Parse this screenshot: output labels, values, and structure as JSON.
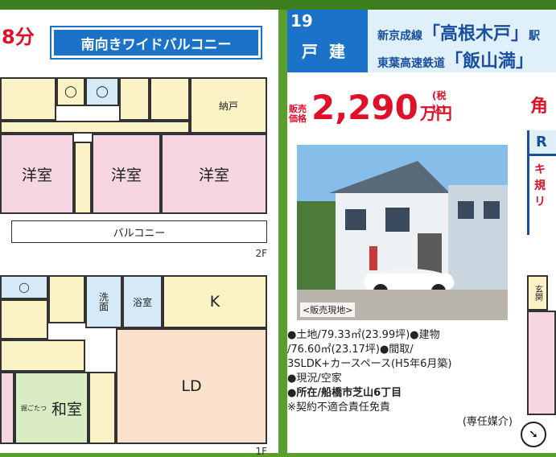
{
  "left": {
    "minutes": "8分",
    "banner": "南向きワイドバルコニー",
    "floor2": {
      "rooms": [
        "洋室",
        "洋室",
        "洋室"
      ],
      "storage": "納戸",
      "balcony": "バルコニー",
      "label": "2F"
    },
    "floor1": {
      "washroom": "洗面",
      "bath": "浴室",
      "kitchen": "K",
      "living": "LD",
      "japanese": "和室",
      "kotatsu": "掘ごたつ",
      "label": "1F"
    }
  },
  "right": {
    "number": "19",
    "type": "戸建",
    "line1_prefix": "新京成線",
    "line1_station": "「高根木戸」",
    "line1_suffix": "駅",
    "line2_prefix": "東葉高速鉄道",
    "line2_station": "「飯山満」",
    "price_label": "販売価格",
    "price": "2,290",
    "price_unit": "万円",
    "tax_note": "(税込)",
    "photo_caption": "<販売現地>",
    "details": [
      "●土地/79.33㎡(23.99坪)●建物",
      "/76.60㎡(23.17坪)●間取/",
      "3SLDK+カースペース(H5年6月築)",
      "●現況/空家"
    ],
    "address": "●所在/船橋市芝山6丁目",
    "note": "※契約不適合責任免責",
    "broker": "(専任媒介)",
    "side_red_top": "角",
    "side_box": "R",
    "side_red_lines": [
      "キ",
      "規",
      "リ"
    ],
    "entrance": "玄関"
  },
  "colors": {
    "frame_green": "#5a9e2e",
    "brand_blue": "#1a4fa0",
    "price_red": "#e0102a"
  }
}
